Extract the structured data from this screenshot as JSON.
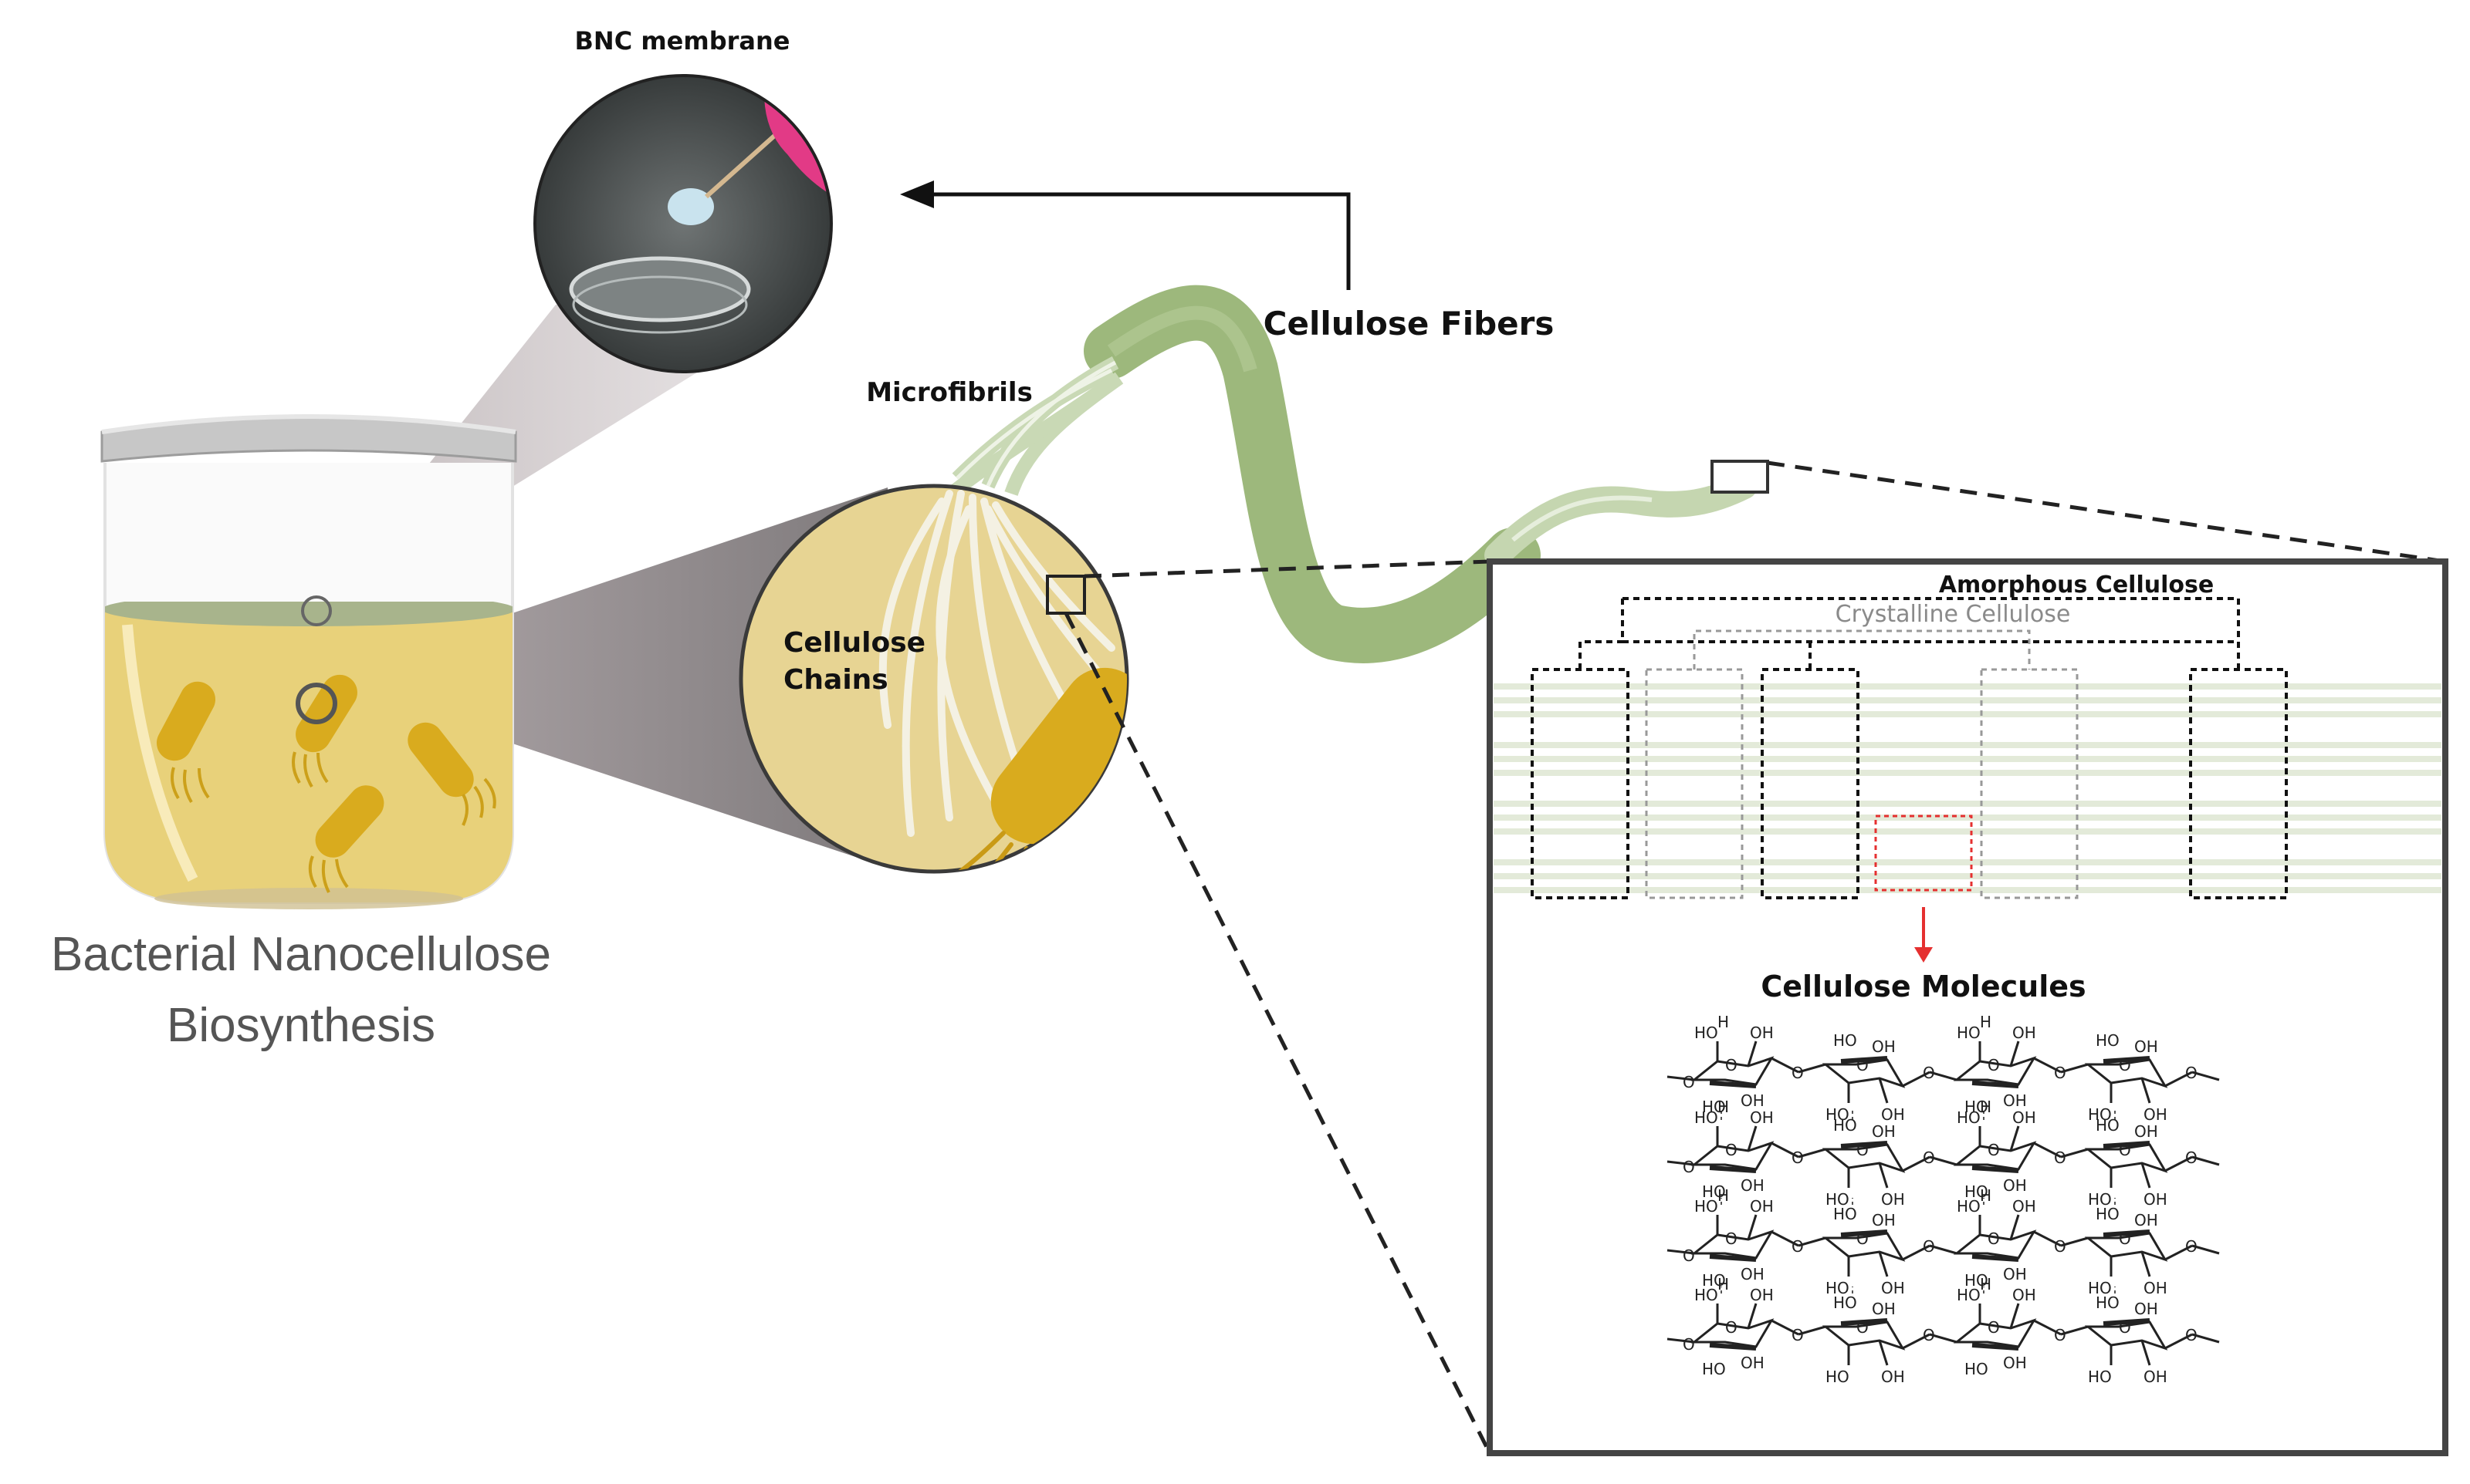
{
  "labels": {
    "bnc_membrane": "BNC membrane",
    "title_line1": "Bacterial Nanocellulose",
    "title_line2": "Biosynthesis",
    "microfibrils": "Microfibrils",
    "cellulose_chains_1": "Cellulose",
    "cellulose_chains_2": "Chains",
    "cellulose_fibers": "Cellulose Fibers",
    "amorphous_cellulose": "Amorphous Cellulose",
    "crystalline_cellulose": "Crystalline Cellulose",
    "cellulose_molecules": "Cellulose Molecules"
  },
  "chemistry": {
    "ho": "HO",
    "oh": "OH",
    "h": "H",
    "o": "O"
  },
  "colors": {
    "medium_yellow": "#e8d17a",
    "bacteria": "#d9ab1e",
    "fiber_green": "#9db87c",
    "fibril_light": "#dbe6cc",
    "dark_frame": "#444444",
    "red_highlight": "#e53030"
  }
}
